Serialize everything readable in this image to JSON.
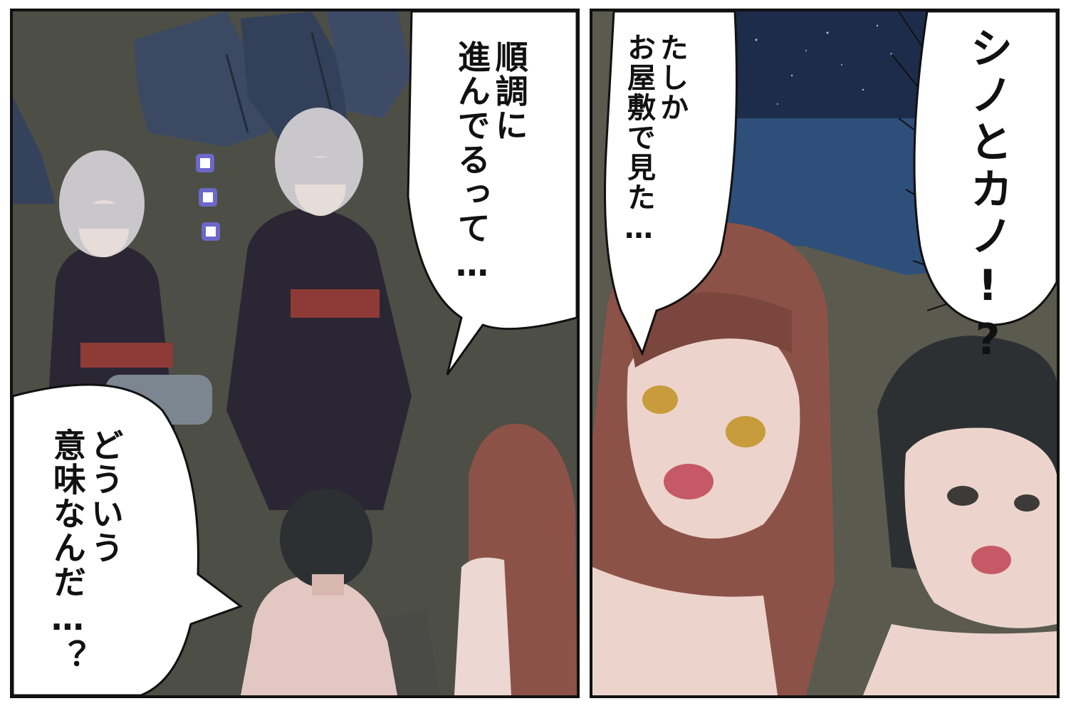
{
  "panels": {
    "left": {
      "bubble_top": "順調に\n進んでるって…",
      "bubble_bottom": "どういう\n意味なんだ…？",
      "sfx": "…"
    },
    "right": {
      "bubble_mid": "たしか\nお屋敷で見た…",
      "bubble_shout": "シノとカノ!?"
    }
  },
  "colors": {
    "ground": "#4d4e46",
    "kimono": "#2b2633",
    "obi": "#8e3a36",
    "hair_silver": "#c9c7cc",
    "hair_brown": "#8c5248",
    "hair_black": "#2d3033",
    "skin": "#e8cfc8",
    "night_sky": "#1c2c4a",
    "sea": "#2e4f7a",
    "sfx_outline": "#6c67c9"
  }
}
